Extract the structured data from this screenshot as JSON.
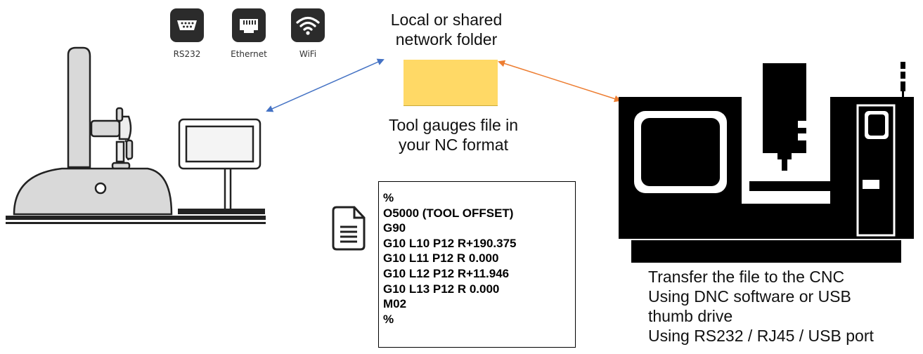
{
  "connections": [
    {
      "label": "RS232",
      "icon": "serial-port-icon"
    },
    {
      "label": "Ethernet",
      "icon": "ethernet-port-icon"
    },
    {
      "label": "WiFi",
      "icon": "wifi-icon"
    }
  ],
  "folder": {
    "caption_line1": "Local or shared",
    "caption_line2": "network folder",
    "icon": "folder-icon",
    "color": "#FFD966"
  },
  "file_caption": {
    "line1": "Tool gauges file in",
    "line2": "your NC format"
  },
  "nc_file": {
    "icon": "document-icon",
    "lines": [
      "%",
      "O5000 (TOOL OFFSET)",
      "G90",
      "G10 L10 P12 R+190.375",
      "G10 L11 P12 R 0.000",
      "G10 L12 P12 R+11.946",
      "G10 L13 P12 R 0.000",
      "M02",
      "%"
    ]
  },
  "transfer": {
    "lines": [
      "Transfer the file to the CNC",
      "Using DNC software or USB",
      "thumb drive",
      "Using RS232 / RJ45 / USB port"
    ]
  },
  "colors": {
    "left_arrow": "#4472C4",
    "right_arrow": "#ED7D31",
    "machine_gray": "#d9d9d9",
    "cnc_black": "#000000"
  }
}
